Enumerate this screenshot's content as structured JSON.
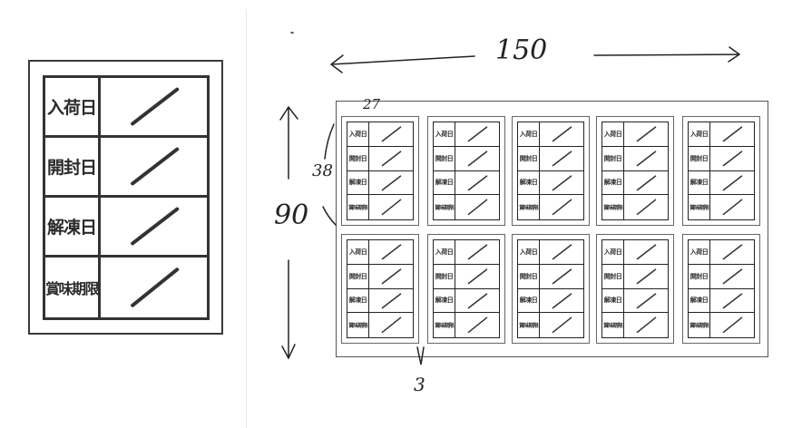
{
  "single_label": {
    "rows": [
      {
        "label": "入荷日",
        "value": "/"
      },
      {
        "label": "開封日",
        "value": "/"
      },
      {
        "label": "解凍日",
        "value": "/"
      },
      {
        "label": "賞味期限",
        "value": "/"
      }
    ]
  },
  "sheet": {
    "rows": 2,
    "columns": 5,
    "label_rows": [
      "入荷日",
      "開封日",
      "解凍日",
      "賞味期限"
    ],
    "slash": "/"
  },
  "dimensions": {
    "sheet_width": "150",
    "sheet_height": "90",
    "label_height": "38",
    "label_width": "27",
    "gap": "3"
  }
}
